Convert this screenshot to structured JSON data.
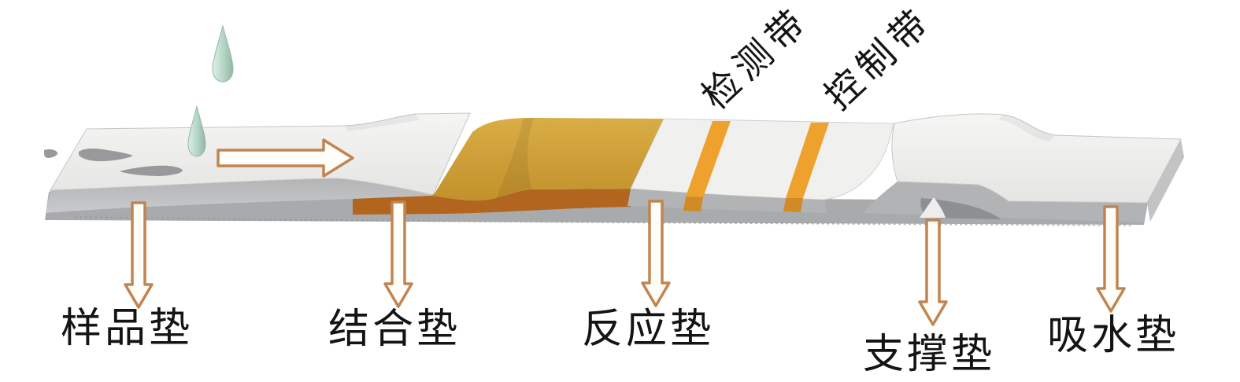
{
  "labels": {
    "test_band": "检测带",
    "control_band": "控制带",
    "sample_pad": "样品垫",
    "conjugate_pad": "结合垫",
    "reaction_pad": "反应垫",
    "support_pad": "支撑垫",
    "absorbent_pad": "吸水垫"
  },
  "icons": {
    "droplet": "droplet-icon",
    "flow_arrow": "right-arrow-icon",
    "pointer_arrow": "down-arrow-icon"
  },
  "colors": {
    "background": "#ffffff",
    "pad_top": "#ededeb",
    "pad_top_light": "#f4f4f2",
    "pad_front": "#c6c7c9",
    "backing": "#a9aaac",
    "membrane_top": "#f0f0ee",
    "membrane_front": "#b2b3b5",
    "side_gray": "#cdcdcf",
    "end_gray": "#c2c3c5",
    "shadow_gray": "#8e8f91",
    "conjugate_top": "#d0a136",
    "conjugate_front": "#b2651e",
    "band": "#efa12d",
    "band_front": "#d18a25",
    "droplet_fill": "#b5d9c9",
    "droplet_edge": "#93b5a6",
    "smear": "#98999b",
    "arrow_fill": "#fffdf8",
    "arrow_outline": "#c08552",
    "text": "#141414"
  }
}
